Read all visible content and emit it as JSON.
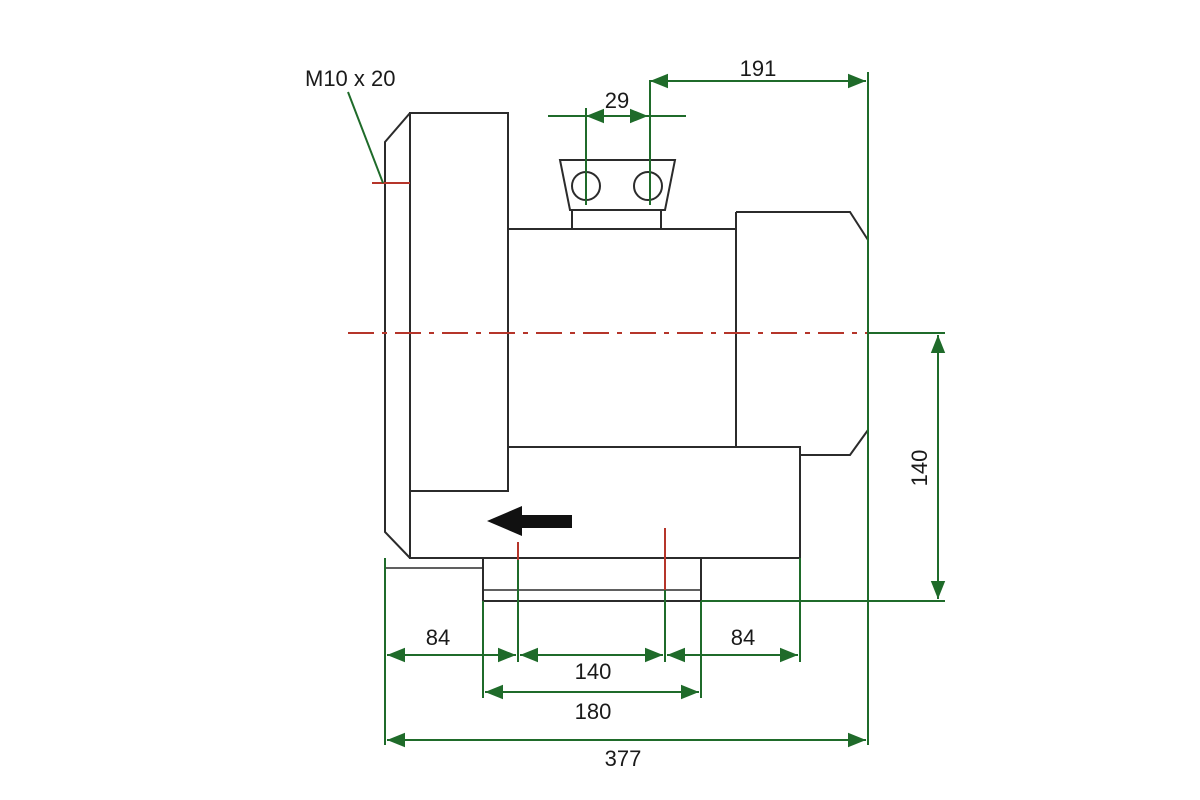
{
  "drawing": {
    "callout_thread": "M10 x 20",
    "dimensions": {
      "outlet_from_end": "191",
      "port_spacing": "29",
      "axis_height": "140",
      "left_overhang": "84",
      "foot_hole_spacing": "140",
      "right_overhang": "84",
      "foot_length": "180",
      "overall_length": "377"
    }
  },
  "colors": {
    "dimension_lines": "#1f6b2a",
    "center_lines": "#b5352a",
    "outline": "#2b2b2b"
  },
  "icons": {
    "flow_arrow": "arrow-left-icon"
  }
}
